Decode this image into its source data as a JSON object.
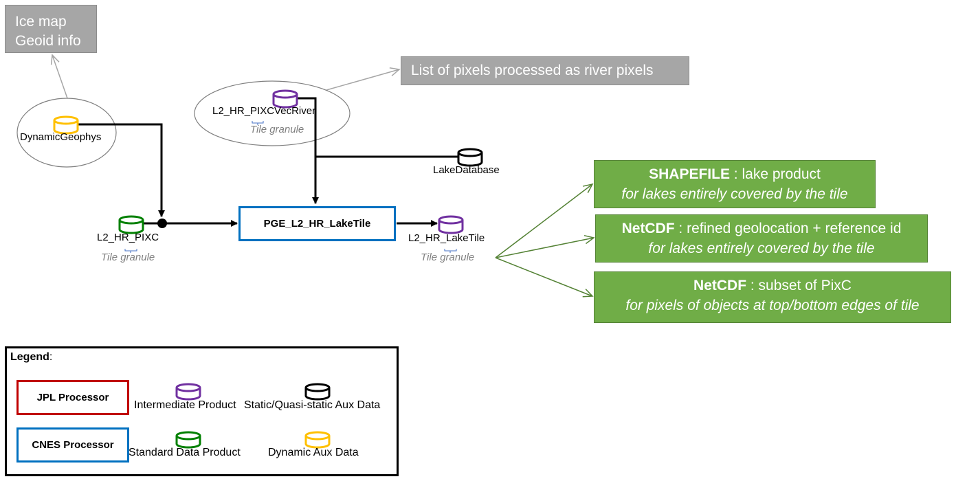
{
  "notes": {
    "ice_map_line1": "Ice map",
    "ice_map_line2": "Geoid info",
    "river_pixels": "List of pixels processed as river pixels"
  },
  "nodes": {
    "dynamic_geophys": "DynamicGeophys",
    "pixc_vec_river": "L2_HR_PIXCVecRiver",
    "pixc_vec_river_granule": "Tile granule",
    "lake_database": "LakeDatabase",
    "pixc": "L2_HR_PIXC",
    "pixc_granule": "Tile granule",
    "pge": "PGE_L2_HR_LakeTile",
    "lake_tile": "L2_HR_LakeTile",
    "lake_tile_granule": "Tile granule"
  },
  "outputs": [
    {
      "format": "SHAPEFILE",
      "desc": " : lake product",
      "detail": "for lakes entirely covered by the tile"
    },
    {
      "format": "NetCDF",
      "desc": " : refined geolocation + reference id",
      "detail": "for lakes entirely covered by the tile"
    },
    {
      "format": "NetCDF",
      "desc": " : subset of PixC",
      "detail": "for pixels of objects at top/bottom edges of tile"
    }
  ],
  "legend": {
    "title": "Legend",
    "title_suffix": ":",
    "jpl": "JPL Processor",
    "cnes": "CNES Processor",
    "intermediate": "Intermediate Product",
    "static_aux": "Static/Quasi-static Aux Data",
    "standard": "Standard Data Product",
    "dynamic_aux": "Dynamic Aux Data"
  },
  "colors": {
    "intermediate": "#7030a0",
    "static_aux": "#000000",
    "standard": "#008000",
    "dynamic_aux": "#ffc000",
    "jpl": "#c00000",
    "cnes": "#0070c0",
    "output_fill": "#70ad47",
    "output_arrow": "#548235",
    "note_fill": "#a6a6a6"
  }
}
